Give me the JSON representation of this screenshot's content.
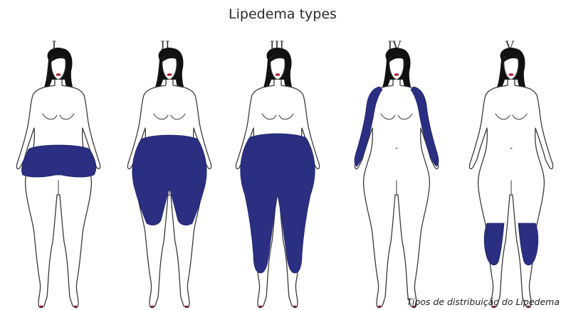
{
  "title": "Lipedema types",
  "caption": "Tipos de distribuição do Lipedema",
  "fat_color": "#2a2f82",
  "figures": [
    {
      "numeral": "I",
      "affected_region": "hips-thighs"
    },
    {
      "numeral": "II",
      "affected_region": "hips-to-knees"
    },
    {
      "numeral": "III",
      "affected_region": "hips-to-ankles"
    },
    {
      "numeral": "IV",
      "affected_region": "arms"
    },
    {
      "numeral": "V",
      "affected_region": "lower-legs"
    }
  ]
}
